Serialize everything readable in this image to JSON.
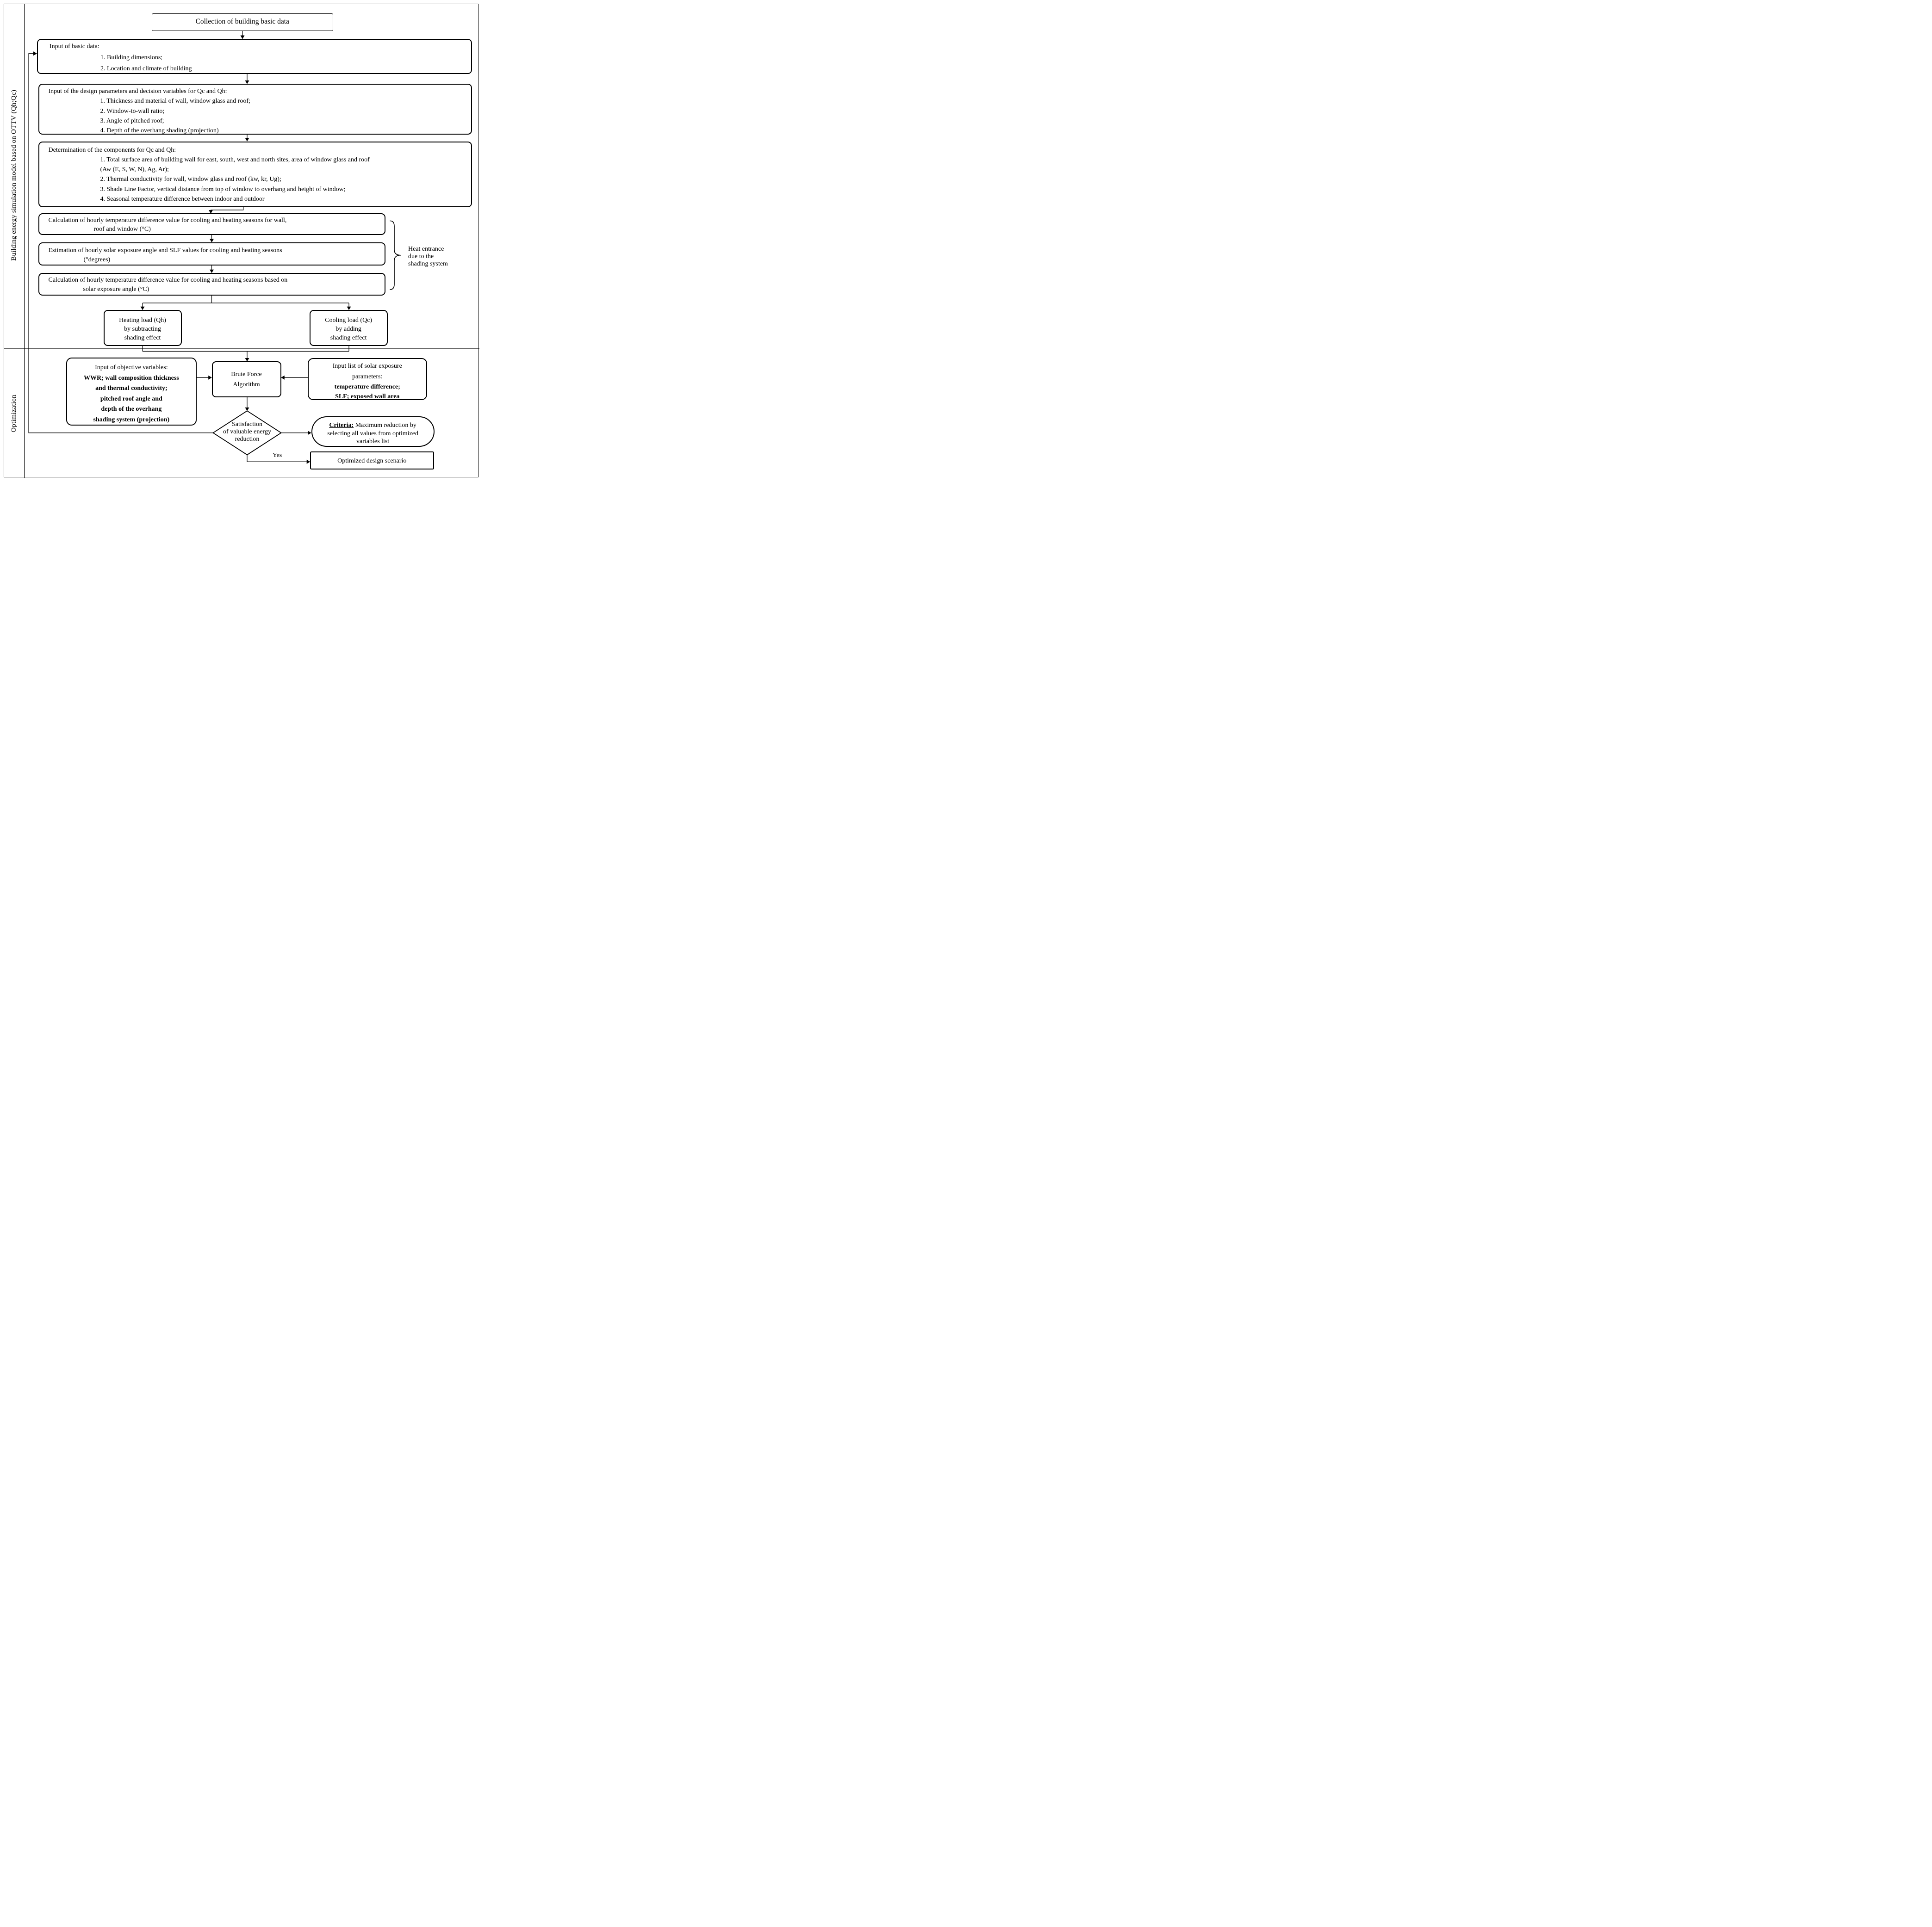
{
  "colors": {
    "ink": "#000000",
    "background": "#ffffff"
  },
  "sections": {
    "top_label": "Building energy simulation model based on OTTV (Qh;Qc)",
    "bottom_label": "Optimization"
  },
  "nodes": {
    "collection": {
      "text": "Collection of building basic data"
    },
    "basic_data": {
      "title": "Input of basic data:",
      "items": [
        "1. Building dimensions;",
        "2. Location and climate of building"
      ]
    },
    "design_params": {
      "title": "Input of the design parameters and decision variables for Qc and Qh:",
      "items": [
        "1. Thickness and material of wall, window glass and roof;",
        "2. Window-to-wall ratio;",
        "3. Angle of pitched roof;",
        "4. Depth of the overhang shading (projection)"
      ]
    },
    "components": {
      "title": "Determination of the components for Qc and Qh:",
      "items": [
        "1. Total surface area of building wall for east, south, west and north sites, area of window glass and roof",
        "(Aw (E, S, W, N), Ag, Ar);",
        "2. Thermal conductivity for wall, window glass and roof (kw, kr, Ug);",
        "3. Shade Line Factor, vertical distance from top of window to overhang and height of window;",
        "4. Seasonal temperature difference between indoor and outdoor"
      ]
    },
    "calc_wall": {
      "line1": "Calculation of hourly temperature difference value for cooling and heating seasons for wall,",
      "line2": "roof and window (°C)"
    },
    "estimation": {
      "line1": "Estimation of hourly solar exposure angle and SLF values for cooling and heating seasons",
      "line2": "(°degrees)"
    },
    "calc_solar": {
      "line1": "Calculation of hourly temperature difference value for cooling and heating seasons based on",
      "line2": "solar exposure angle (°C)"
    },
    "annotation": {
      "lines": [
        "Heat entrance",
        "due to the",
        "shading system"
      ]
    },
    "heating": {
      "lines": [
        "Heating load (Qh)",
        "by subtracting",
        "shading effect"
      ]
    },
    "cooling": {
      "lines": [
        "Cooling load (Qc)",
        "by adding",
        "shading effect"
      ]
    },
    "objective": {
      "title": "Input of objective variables:",
      "bold_lines": [
        "WWR; wall composition thickness",
        "and thermal conductivity;",
        "pitched roof angle and",
        "depth of the overhang",
        "shading system (projection)"
      ]
    },
    "brute_force": {
      "lines": [
        "Brute Force",
        "Algorithm"
      ]
    },
    "solar_params": {
      "title_lines": [
        "Input list of solar exposure",
        "parameters:"
      ],
      "bold_lines": [
        "temperature difference;",
        "SLF; exposed wall area"
      ]
    },
    "decision": {
      "lines": [
        "Satisfaction",
        "of valuable energy",
        "reduction"
      ]
    },
    "decision_yes": "Yes",
    "criteria": {
      "label": "Criteria:",
      "line1_rest": " Maximum reduction by",
      "line2": "selecting all values from optimized",
      "line3": "variables list"
    },
    "optimized": {
      "text": "Optimized design scenario"
    }
  }
}
